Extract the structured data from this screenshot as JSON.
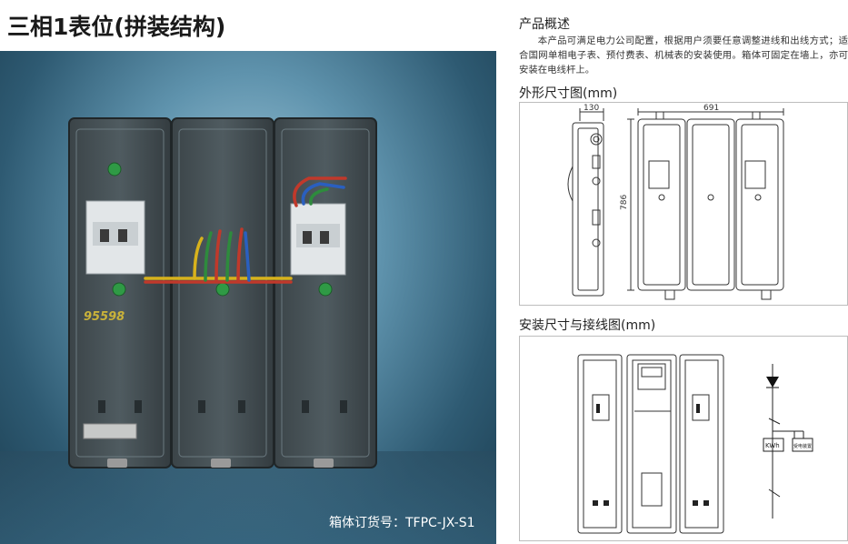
{
  "title": "三相1表位(拼装结构)",
  "photo": {
    "caption": "箱体订货号：TFPC-JX-S1",
    "meter_box_brand_text": "95598"
  },
  "overview": {
    "heading": "产品概述",
    "text": "本产品可满足电力公司配置，根据用户须要任意调整进线和出线方式；适合国网单相电子表、预付费表、机械表的安装使用。箱体可固定在墙上，亦可安装在电线杆上。"
  },
  "dimensions": {
    "heading": "外形尺寸图(mm)",
    "depth": "130",
    "width": "691",
    "height": "786"
  },
  "wiring": {
    "heading": "安装尺寸与接线图(mm)",
    "meter_label": "KWh",
    "device_label": "受电装置"
  }
}
